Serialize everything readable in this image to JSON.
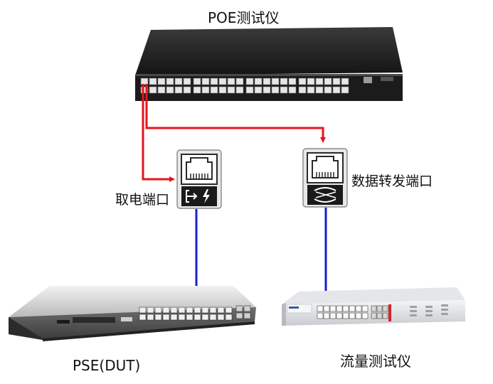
{
  "labels": {
    "poe_tester": "POE测试仪",
    "power_port": "取电端口",
    "data_port": "数据转发端口",
    "pse_dut": "PSE(DUT)",
    "traffic_tester": "流量测试仪"
  },
  "colors": {
    "poe_link": "#e8141b",
    "data_link": "#1521c9",
    "device_dark": "#1c1c1c",
    "device_silver": "#cfd2d6"
  },
  "icons": {
    "power_port": "rj45-power-icon",
    "data_port": "rj45-data-icon"
  }
}
